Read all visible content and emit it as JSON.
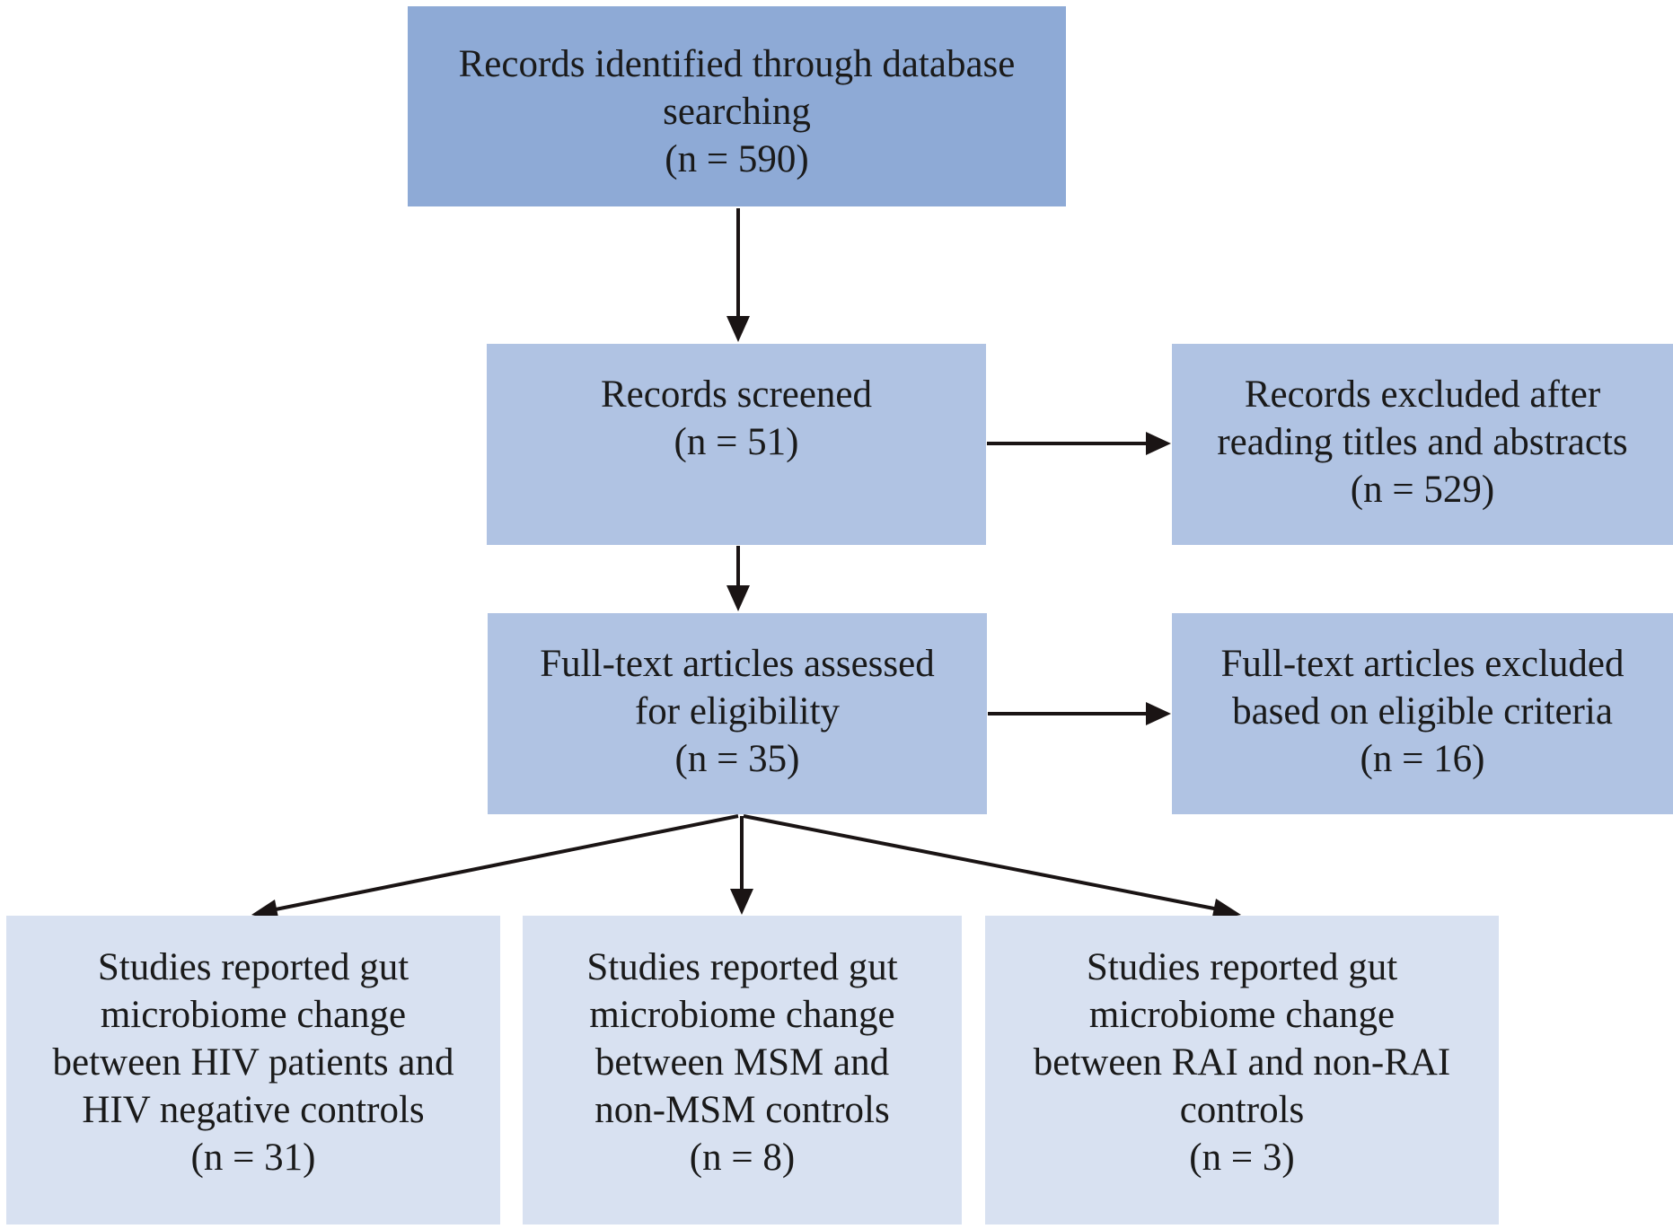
{
  "boxes": {
    "identified": {
      "lines": [
        "Records identified through database",
        "searching",
        "(n = 590)"
      ]
    },
    "screened": {
      "lines": [
        "Records screened",
        "(n = 51)"
      ]
    },
    "excluded_titles": {
      "lines": [
        "Records excluded after",
        "reading titles and abstracts",
        "(n = 529)"
      ]
    },
    "fulltext_assessed": {
      "lines": [
        "Full-text articles assessed",
        "for eligibility",
        "(n = 35)"
      ]
    },
    "fulltext_excluded": {
      "lines": [
        "Full-text articles excluded",
        "based on eligible criteria",
        "(n = 16)"
      ]
    },
    "hiv_studies": {
      "lines": [
        "Studies reported gut",
        "microbiome change",
        "between HIV patients and",
        "HIV negative controls",
        "(n = 31)"
      ]
    },
    "msm_studies": {
      "lines": [
        "Studies reported gut",
        "microbiome change",
        "between MSM and",
        "non-MSM controls",
        "(n = 8)"
      ]
    },
    "rai_studies": {
      "lines": [
        "Studies reported gut",
        "microbiome change",
        "between RAI and non-RAI",
        "controls",
        "(n = 3)"
      ]
    }
  },
  "colors": {
    "level1_fill": "#8eaad6",
    "level2_fill": "#b0c3e3",
    "level3_fill": "#d8e1f1",
    "arrow": "#1a1414",
    "text": "#1a1a1a"
  }
}
